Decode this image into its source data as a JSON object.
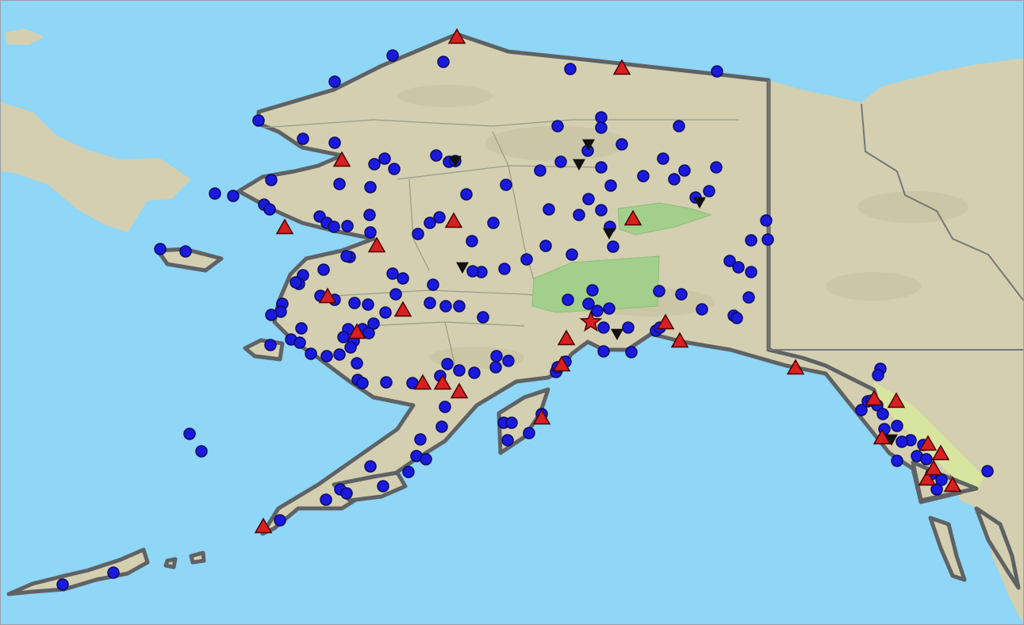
{
  "map": {
    "colors": {
      "water": "#8fd6f7",
      "land": "#d3cfb0",
      "land_shade": "#c4c09e",
      "park": "#a3cf8c",
      "coast_border": "#5f6264",
      "region_line": "#9a9a86",
      "blue_marker": "#1a1adf",
      "red_marker": "#d92020",
      "black_marker": "#111111",
      "ice": "#d8e59e"
    },
    "legend_text": ""
  },
  "markers": {
    "blue_circle_count": 215,
    "red_triangle_count": 28,
    "black_triangle_count": 8,
    "red_star_count": 1
  }
}
